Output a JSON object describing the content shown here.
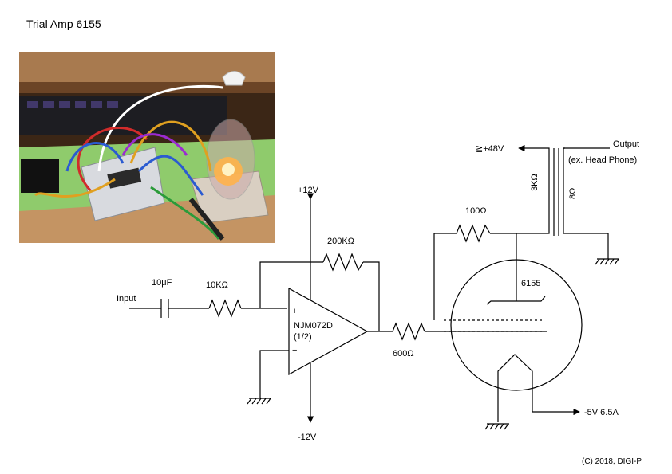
{
  "title": "Trial Amp 6155",
  "photo": {
    "icon": "breadboard-and-tube-photo"
  },
  "labels": {
    "input": "Input",
    "cap": "10μF",
    "r_in": "10KΩ",
    "r_fb": "200KΩ",
    "r_out": "600Ω",
    "r_g2": "100Ω",
    "vpos": "+12V",
    "vneg": "-12V",
    "opamp_name": "NJM072D",
    "opamp_unit": "(1/2)",
    "opamp_plus": "+",
    "opamp_minus": "−",
    "tube": "6155",
    "bplus": "≧+48V",
    "output": "Output",
    "headphone": "(ex. Head Phone)",
    "primary": "3KΩ",
    "secondary": "8Ω",
    "heater": "-5V 6.5A",
    "copyright": "(C) 2018, DIGI-P"
  },
  "colors": {
    "line": "#000000",
    "desk": "#8a5a2c",
    "mat": "#9fd27a",
    "tube_glow": "#ffb24a"
  }
}
